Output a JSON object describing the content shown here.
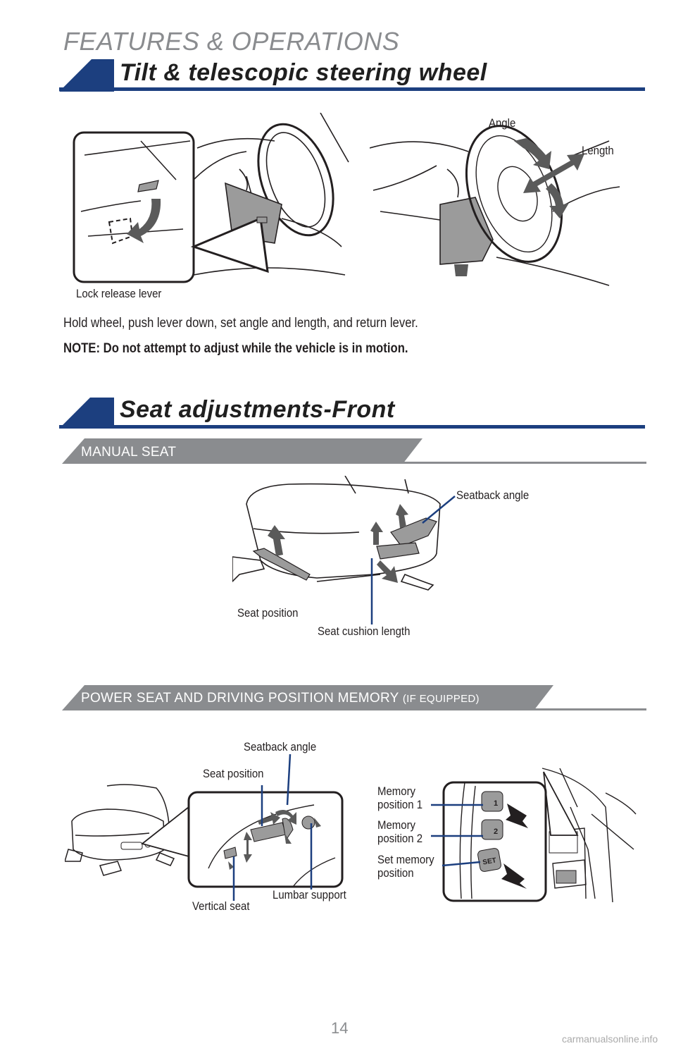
{
  "header": {
    "title": "FEATURES & OPERATIONS"
  },
  "section1": {
    "title": "Tilt & telescopic steering wheel",
    "labels": {
      "lock_release": "Lock release lever",
      "angle": "Angle",
      "length": "Length"
    },
    "instruction": "Hold wheel, push lever down, set angle and length, and return lever.",
    "note": "NOTE: Do not attempt to adjust while the vehicle is in motion."
  },
  "section2": {
    "title": "Seat adjustments-Front",
    "manual": {
      "heading": "MANUAL SEAT",
      "labels": {
        "seatback_angle": "Seatback angle",
        "seat_position": "Seat position",
        "seat_cushion_length": "Seat cushion length"
      }
    },
    "power": {
      "heading": "POWER SEAT AND DRIVING POSITION MEMORY",
      "heading_suffix": "(IF EQUIPPED)",
      "labels": {
        "seatback_angle": "Seatback angle",
        "seat_position": "Seat position",
        "vertical_seat": "Vertical seat",
        "lumbar_support": "Lumbar support",
        "memory1_a": "Memory",
        "memory1_b": "position 1",
        "memory2_a": "Memory",
        "memory2_b": "position 2",
        "set_a": "Set memory",
        "set_b": "position",
        "btn1": "1",
        "btn2": "2",
        "btn_set": "SET"
      }
    }
  },
  "footer": {
    "page": "14",
    "url": "carmanualsonline.info"
  },
  "colors": {
    "accent_blue": "#1c3f7f",
    "gray_band": "#8a8c8f",
    "part_gray": "#9b9b9b"
  }
}
